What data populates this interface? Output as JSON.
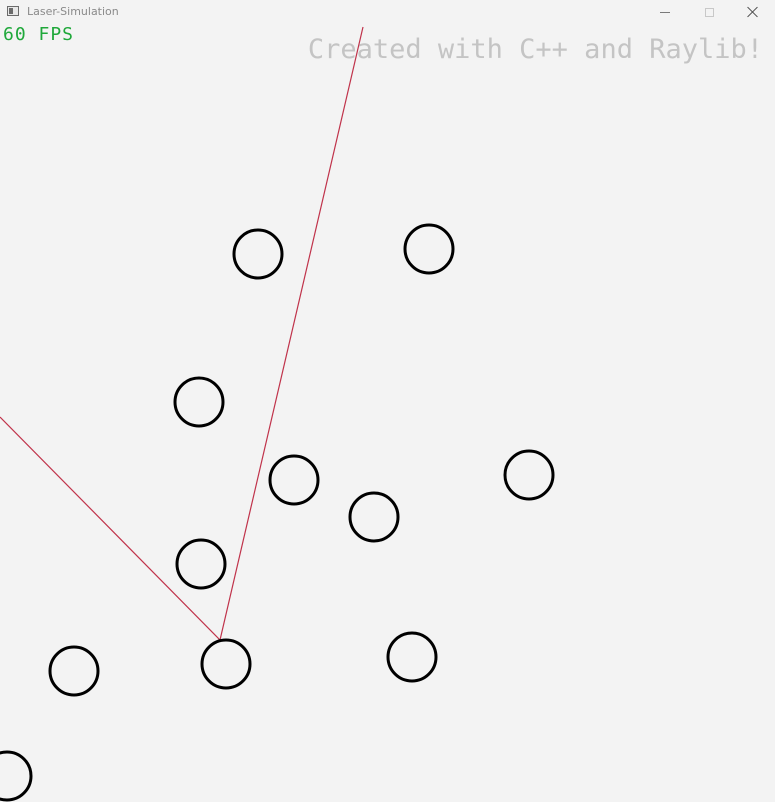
{
  "window": {
    "title": "Laser-Simulation",
    "icon": "app-window-icon",
    "controls": {
      "minimize": "minimize-icon",
      "maximize": "maximize-icon",
      "close": "close-icon"
    }
  },
  "overlay": {
    "fps_text": "60 FPS",
    "fps_color": "#1fa83a",
    "credit_text": "Created with C++ and Raylib!",
    "credit_color": "#c4c4c4"
  },
  "scene": {
    "background": "#f3f3f3",
    "obstacle_color": "#000000",
    "laser_color": "#c0324a"
  }
}
